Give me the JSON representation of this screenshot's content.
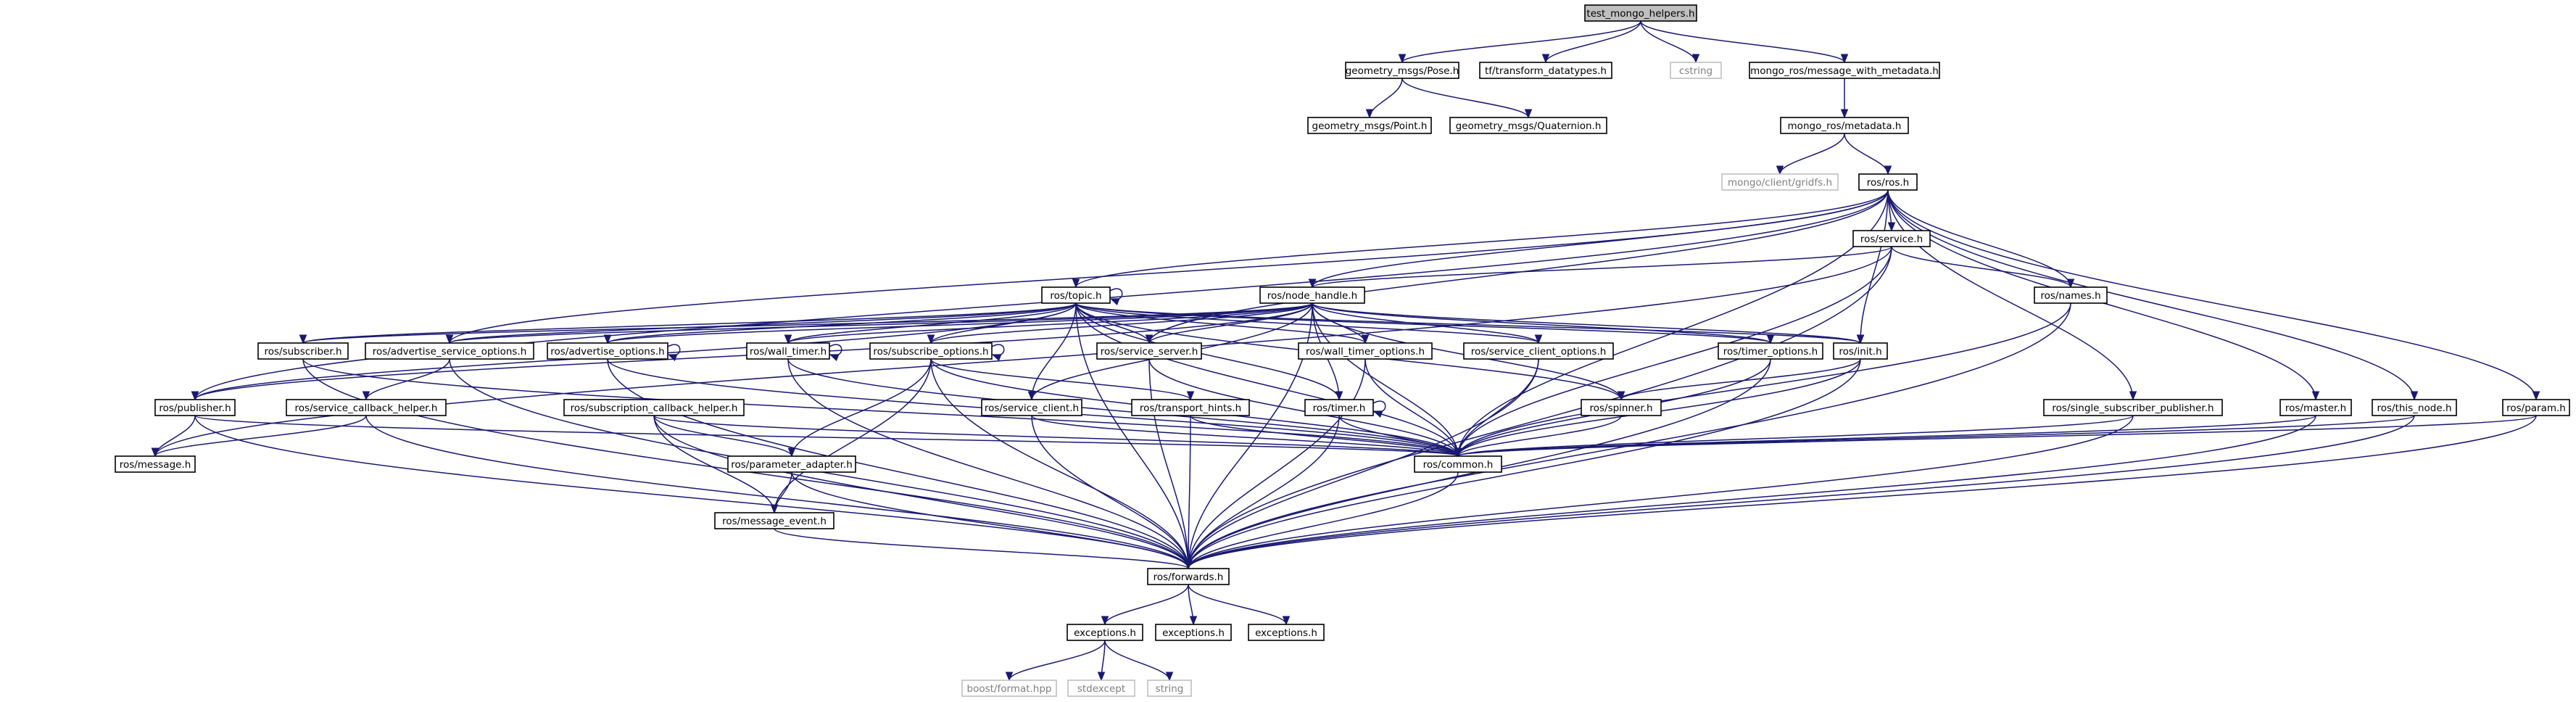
{
  "diagram": {
    "type": "include-dependency-graph",
    "colors": {
      "edge": "#191970",
      "node_border": "#000000",
      "node_border_missing": "#bfbfbf",
      "node_fill": "#ffffff",
      "root_fill": "#bfbfbf",
      "missing_text": "#7f7f7f"
    },
    "nodes": [
      {
        "id": "test_mongo_helpers",
        "label": "test_mongo_helpers.h",
        "kind": "root"
      },
      {
        "id": "gm_pose",
        "label": "geometry_msgs/Pose.h",
        "kind": "file"
      },
      {
        "id": "tf_dt",
        "label": "tf/transform_datatypes.h",
        "kind": "file"
      },
      {
        "id": "cstring",
        "label": "cstring",
        "kind": "missing"
      },
      {
        "id": "mr_msgmeta",
        "label": "mongo_ros/message_with_metadata.h",
        "kind": "file"
      },
      {
        "id": "gm_point",
        "label": "geometry_msgs/Point.h",
        "kind": "file"
      },
      {
        "id": "gm_quat",
        "label": "geometry_msgs/Quaternion.h",
        "kind": "file"
      },
      {
        "id": "mr_meta",
        "label": "mongo_ros/metadata.h",
        "kind": "file"
      },
      {
        "id": "gridfs",
        "label": "mongo/client/gridfs.h",
        "kind": "missing"
      },
      {
        "id": "ros_ros",
        "label": "ros/ros.h",
        "kind": "file"
      },
      {
        "id": "ros_service",
        "label": "ros/service.h",
        "kind": "file"
      },
      {
        "id": "ros_topic",
        "label": "ros/topic.h",
        "kind": "file"
      },
      {
        "id": "ros_nh",
        "label": "ros/node_handle.h",
        "kind": "file"
      },
      {
        "id": "ros_names",
        "label": "ros/names.h",
        "kind": "file"
      },
      {
        "id": "ros_subscriber",
        "label": "ros/subscriber.h",
        "kind": "file"
      },
      {
        "id": "ros_adv_srv_opt",
        "label": "ros/advertise_service_options.h",
        "kind": "file"
      },
      {
        "id": "ros_adv_opt",
        "label": "ros/advertise_options.h",
        "kind": "file"
      },
      {
        "id": "ros_wall_timer",
        "label": "ros/wall_timer.h",
        "kind": "file"
      },
      {
        "id": "ros_sub_opt",
        "label": "ros/subscribe_options.h",
        "kind": "file"
      },
      {
        "id": "ros_service_server",
        "label": "ros/service_server.h",
        "kind": "file"
      },
      {
        "id": "ros_wall_timer_opt",
        "label": "ros/wall_timer_options.h",
        "kind": "file"
      },
      {
        "id": "ros_srv_client_opt",
        "label": "ros/service_client_options.h",
        "kind": "file"
      },
      {
        "id": "ros_timer_opt",
        "label": "ros/timer_options.h",
        "kind": "file"
      },
      {
        "id": "ros_init",
        "label": "ros/init.h",
        "kind": "file"
      },
      {
        "id": "ros_publisher",
        "label": "ros/publisher.h",
        "kind": "file"
      },
      {
        "id": "ros_srv_cb_helper",
        "label": "ros/service_callback_helper.h",
        "kind": "file"
      },
      {
        "id": "ros_sub_cb_helper",
        "label": "ros/subscription_callback_helper.h",
        "kind": "file"
      },
      {
        "id": "ros_service_client",
        "label": "ros/service_client.h",
        "kind": "file"
      },
      {
        "id": "ros_transport_hints",
        "label": "ros/transport_hints.h",
        "kind": "file"
      },
      {
        "id": "ros_timer",
        "label": "ros/timer.h",
        "kind": "file"
      },
      {
        "id": "ros_spinner",
        "label": "ros/spinner.h",
        "kind": "file"
      },
      {
        "id": "ros_single_sub_pub",
        "label": "ros/single_subscriber_publisher.h",
        "kind": "file"
      },
      {
        "id": "ros_master",
        "label": "ros/master.h",
        "kind": "file"
      },
      {
        "id": "ros_this_node",
        "label": "ros/this_node.h",
        "kind": "file"
      },
      {
        "id": "ros_param",
        "label": "ros/param.h",
        "kind": "file"
      },
      {
        "id": "ros_message",
        "label": "ros/message.h",
        "kind": "file"
      },
      {
        "id": "ros_common",
        "label": "ros/common.h",
        "kind": "file"
      },
      {
        "id": "ros_param_adapter",
        "label": "ros/parameter_adapter.h",
        "kind": "file"
      },
      {
        "id": "ros_msg_event",
        "label": "ros/message_event.h",
        "kind": "file"
      },
      {
        "id": "ros_forwards",
        "label": "ros/forwards.h",
        "kind": "file"
      },
      {
        "id": "exc1",
        "label": "exceptions.h",
        "kind": "file"
      },
      {
        "id": "exc2",
        "label": "exceptions.h",
        "kind": "file"
      },
      {
        "id": "exc3",
        "label": "exceptions.h",
        "kind": "file"
      },
      {
        "id": "boost_format",
        "label": "boost/format.hpp",
        "kind": "missing"
      },
      {
        "id": "stdexcept",
        "label": "stdexcept",
        "kind": "missing"
      },
      {
        "id": "string",
        "label": "string",
        "kind": "missing"
      }
    ],
    "edges": [
      [
        "test_mongo_helpers",
        "gm_pose"
      ],
      [
        "test_mongo_helpers",
        "tf_dt"
      ],
      [
        "test_mongo_helpers",
        "cstring"
      ],
      [
        "test_mongo_helpers",
        "mr_msgmeta"
      ],
      [
        "gm_pose",
        "gm_point"
      ],
      [
        "gm_pose",
        "gm_quat"
      ],
      [
        "mr_msgmeta",
        "mr_meta"
      ],
      [
        "mr_meta",
        "gridfs"
      ],
      [
        "mr_meta",
        "ros_ros"
      ],
      [
        "ros_ros",
        "ros_service"
      ],
      [
        "ros_ros",
        "ros_topic"
      ],
      [
        "ros_ros",
        "ros_nh"
      ],
      [
        "ros_ros",
        "ros_names"
      ],
      [
        "ros_ros",
        "ros_init"
      ],
      [
        "ros_ros",
        "ros_common"
      ],
      [
        "ros_ros",
        "ros_single_sub_pub"
      ],
      [
        "ros_ros",
        "ros_master"
      ],
      [
        "ros_ros",
        "ros_this_node"
      ],
      [
        "ros_ros",
        "ros_param"
      ],
      [
        "ros_ros",
        "ros_publisher"
      ],
      [
        "ros_ros",
        "ros_adv_srv_opt"
      ],
      [
        "ros_ros",
        "ros_service_server"
      ],
      [
        "ros_service",
        "ros_nh"
      ],
      [
        "ros_service",
        "ros_names"
      ],
      [
        "ros_service",
        "ros_common"
      ],
      [
        "ros_service",
        "ros_forwards"
      ],
      [
        "ros_service",
        "ros_message"
      ],
      [
        "ros_topic",
        "ros_topic"
      ],
      [
        "ros_topic",
        "ros_subscriber"
      ],
      [
        "ros_topic",
        "ros_adv_srv_opt"
      ],
      [
        "ros_topic",
        "ros_adv_opt"
      ],
      [
        "ros_topic",
        "ros_wall_timer"
      ],
      [
        "ros_topic",
        "ros_sub_opt"
      ],
      [
        "ros_topic",
        "ros_service_server"
      ],
      [
        "ros_topic",
        "ros_wall_timer_opt"
      ],
      [
        "ros_topic",
        "ros_srv_client_opt"
      ],
      [
        "ros_topic",
        "ros_timer_opt"
      ],
      [
        "ros_topic",
        "ros_init"
      ],
      [
        "ros_topic",
        "ros_publisher"
      ],
      [
        "ros_topic",
        "ros_spinner"
      ],
      [
        "ros_topic",
        "ros_common"
      ],
      [
        "ros_topic",
        "ros_forwards"
      ],
      [
        "ros_topic",
        "ros_service_client"
      ],
      [
        "ros_topic",
        "ros_timer"
      ],
      [
        "ros_nh",
        "ros_subscriber"
      ],
      [
        "ros_nh",
        "ros_adv_srv_opt"
      ],
      [
        "ros_nh",
        "ros_adv_opt"
      ],
      [
        "ros_nh",
        "ros_wall_timer"
      ],
      [
        "ros_nh",
        "ros_sub_opt"
      ],
      [
        "ros_nh",
        "ros_service_server"
      ],
      [
        "ros_nh",
        "ros_wall_timer_opt"
      ],
      [
        "ros_nh",
        "ros_srv_client_opt"
      ],
      [
        "ros_nh",
        "ros_timer_opt"
      ],
      [
        "ros_nh",
        "ros_init"
      ],
      [
        "ros_nh",
        "ros_publisher"
      ],
      [
        "ros_nh",
        "ros_service_client"
      ],
      [
        "ros_nh",
        "ros_timer"
      ],
      [
        "ros_nh",
        "ros_spinner"
      ],
      [
        "ros_nh",
        "ros_common"
      ],
      [
        "ros_nh",
        "ros_forwards"
      ],
      [
        "ros_names",
        "ros_common"
      ],
      [
        "ros_names",
        "ros_forwards"
      ],
      [
        "ros_subscriber",
        "ros_common"
      ],
      [
        "ros_subscriber",
        "ros_forwards"
      ],
      [
        "ros_adv_srv_opt",
        "ros_srv_cb_helper"
      ],
      [
        "ros_adv_srv_opt",
        "ros_forwards"
      ],
      [
        "ros_adv_opt",
        "ros_adv_opt"
      ],
      [
        "ros_adv_opt",
        "ros_forwards"
      ],
      [
        "ros_adv_opt",
        "ros_common"
      ],
      [
        "ros_wall_timer",
        "ros_wall_timer"
      ],
      [
        "ros_wall_timer",
        "ros_common"
      ],
      [
        "ros_wall_timer",
        "ros_forwards"
      ],
      [
        "ros_sub_opt",
        "ros_sub_opt"
      ],
      [
        "ros_sub_opt",
        "ros_transport_hints"
      ],
      [
        "ros_sub_opt",
        "ros_param_adapter"
      ],
      [
        "ros_sub_opt",
        "ros_msg_event"
      ],
      [
        "ros_sub_opt",
        "ros_forwards"
      ],
      [
        "ros_sub_opt",
        "ros_common"
      ],
      [
        "ros_service_server",
        "ros_forwards"
      ],
      [
        "ros_service_server",
        "ros_common"
      ],
      [
        "ros_wall_timer_opt",
        "ros_forwards"
      ],
      [
        "ros_wall_timer_opt",
        "ros_common"
      ],
      [
        "ros_srv_client_opt",
        "ros_common"
      ],
      [
        "ros_srv_client_opt",
        "ros_forwards"
      ],
      [
        "ros_timer_opt",
        "ros_common"
      ],
      [
        "ros_timer_opt",
        "ros_forwards"
      ],
      [
        "ros_init",
        "ros_spinner"
      ],
      [
        "ros_init",
        "ros_common"
      ],
      [
        "ros_init",
        "ros_forwards"
      ],
      [
        "ros_publisher",
        "ros_message"
      ],
      [
        "ros_publisher",
        "ros_common"
      ],
      [
        "ros_publisher",
        "ros_forwards"
      ],
      [
        "ros_srv_cb_helper",
        "ros_message"
      ],
      [
        "ros_srv_cb_helper",
        "ros_forwards"
      ],
      [
        "ros_sub_cb_helper",
        "ros_param_adapter"
      ],
      [
        "ros_sub_cb_helper",
        "ros_msg_event"
      ],
      [
        "ros_sub_cb_helper",
        "ros_forwards"
      ],
      [
        "ros_sub_cb_helper",
        "ros_common"
      ],
      [
        "ros_service_client",
        "ros_forwards"
      ],
      [
        "ros_service_client",
        "ros_common"
      ],
      [
        "ros_transport_hints",
        "ros_common"
      ],
      [
        "ros_transport_hints",
        "ros_forwards"
      ],
      [
        "ros_timer",
        "ros_timer"
      ],
      [
        "ros_timer",
        "ros_common"
      ],
      [
        "ros_timer",
        "ros_forwards"
      ],
      [
        "ros_spinner",
        "ros_common"
      ],
      [
        "ros_single_sub_pub",
        "ros_common"
      ],
      [
        "ros_single_sub_pub",
        "ros_forwards"
      ],
      [
        "ros_master",
        "ros_common"
      ],
      [
        "ros_master",
        "ros_forwards"
      ],
      [
        "ros_this_node",
        "ros_common"
      ],
      [
        "ros_this_node",
        "ros_forwards"
      ],
      [
        "ros_param",
        "ros_common"
      ],
      [
        "ros_param",
        "ros_forwards"
      ],
      [
        "ros_common",
        "ros_forwards"
      ],
      [
        "ros_param_adapter",
        "ros_msg_event"
      ],
      [
        "ros_param_adapter",
        "ros_forwards"
      ],
      [
        "ros_msg_event",
        "ros_forwards"
      ],
      [
        "ros_forwards",
        "exc1"
      ],
      [
        "ros_forwards",
        "exc2"
      ],
      [
        "ros_forwards",
        "exc3"
      ],
      [
        "exc1",
        "boost_format"
      ],
      [
        "exc1",
        "stdexcept"
      ],
      [
        "exc1",
        "string"
      ]
    ]
  }
}
